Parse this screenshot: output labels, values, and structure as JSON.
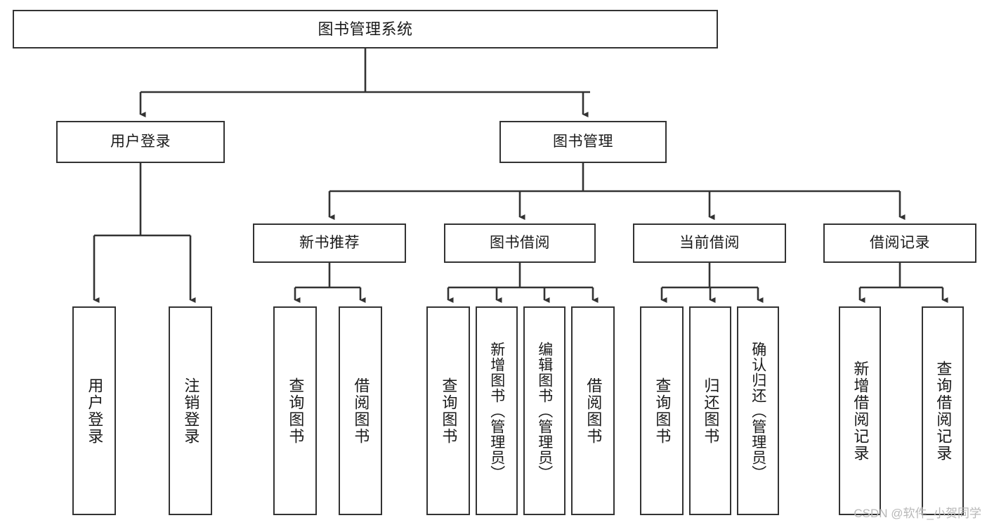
{
  "diagram": {
    "title": "图书管理系统",
    "type": "hierarchy-tree",
    "background_color": "#ffffff",
    "line_color": "#333333",
    "text_color": "#1a1a1a",
    "root": {
      "id": "root",
      "label": "图书管理系统"
    },
    "level2": [
      {
        "id": "user-login",
        "label": "用户登录"
      },
      {
        "id": "book-mgmt",
        "label": "图书管理"
      }
    ],
    "level3": [
      {
        "id": "new-book-rec",
        "label": "新书推荐"
      },
      {
        "id": "book-borrow",
        "label": "图书借阅"
      },
      {
        "id": "current-loan",
        "label": "当前借阅"
      },
      {
        "id": "loan-record",
        "label": "借阅记录"
      }
    ],
    "leaves": [
      {
        "id": "leaf-0",
        "parent": "user-login",
        "label": "用户登录"
      },
      {
        "id": "leaf-1",
        "parent": "user-login",
        "label": "注销登录"
      },
      {
        "id": "leaf-2",
        "parent": "new-book-rec",
        "label": "查询图书"
      },
      {
        "id": "leaf-3",
        "parent": "new-book-rec",
        "label": "借阅图书"
      },
      {
        "id": "leaf-4",
        "parent": "book-borrow",
        "label": "查询图书"
      },
      {
        "id": "leaf-5",
        "parent": "book-borrow",
        "label": "新增图书（管理员）"
      },
      {
        "id": "leaf-6",
        "parent": "book-borrow",
        "label": "编辑图书（管理员）"
      },
      {
        "id": "leaf-7",
        "parent": "book-borrow",
        "label": "借阅图书"
      },
      {
        "id": "leaf-8",
        "parent": "current-loan",
        "label": "查询图书"
      },
      {
        "id": "leaf-9",
        "parent": "current-loan",
        "label": "归还图书"
      },
      {
        "id": "leaf-10",
        "parent": "current-loan",
        "label": "确认归还（管理员）"
      },
      {
        "id": "leaf-11",
        "parent": "loan-record",
        "label": "新增借阅记录"
      },
      {
        "id": "leaf-12",
        "parent": "loan-record",
        "label": "查询借阅记录"
      }
    ]
  },
  "watermark": {
    "text": "CSDN @软件_小贺同学"
  }
}
